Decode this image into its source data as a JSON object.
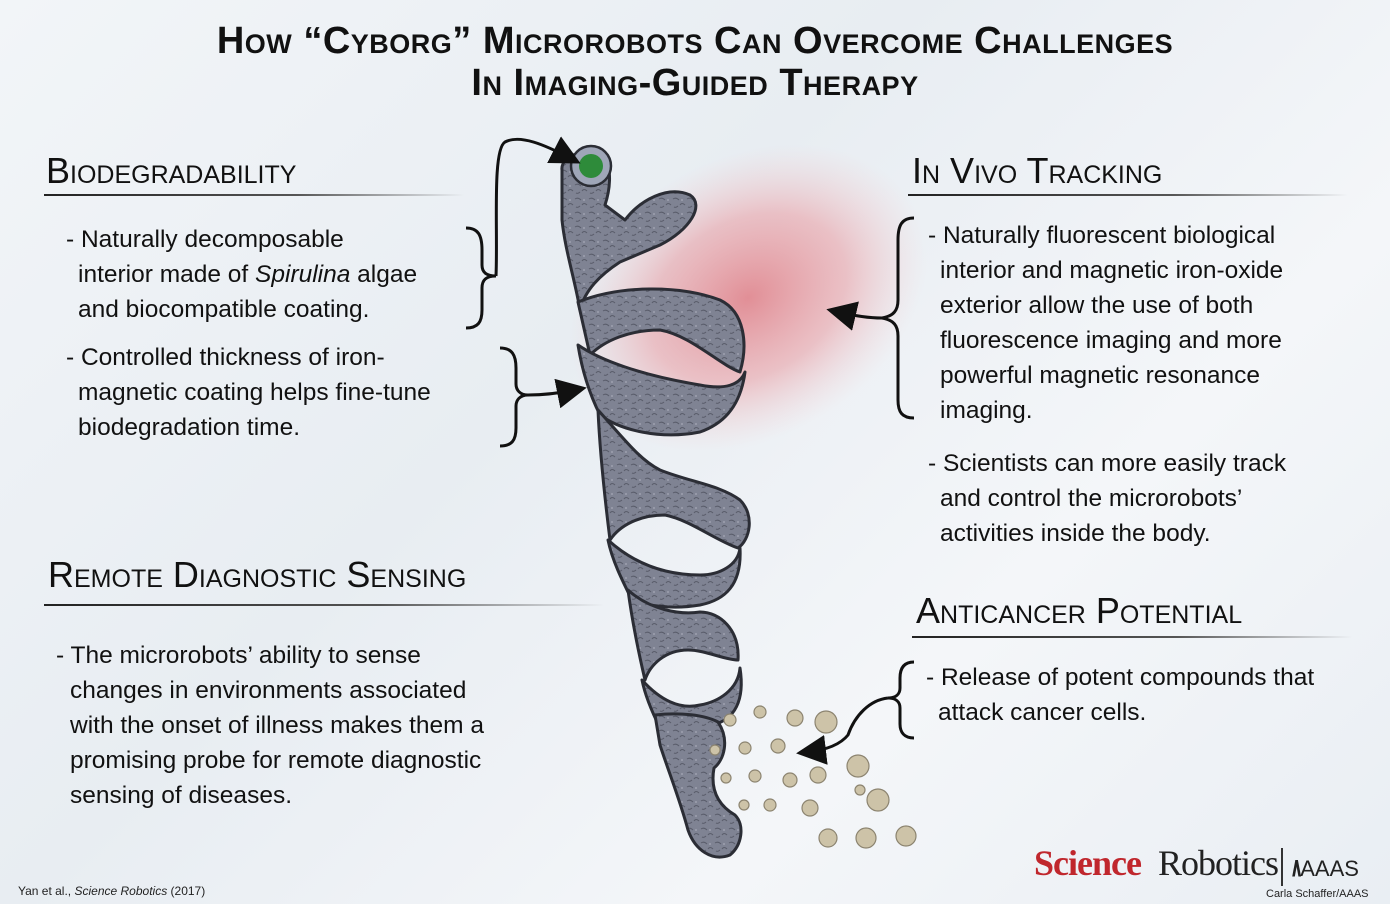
{
  "title": {
    "line1": "How “Cyborg” Microrobots Can Overcome Challenges",
    "line2": "In Imaging-Guided Therapy"
  },
  "sections": {
    "biodegradability": {
      "heading": "Biodegradability",
      "items": [
        {
          "line1": "- Naturally decomposable",
          "line2_pre": "interior made of ",
          "line2_em": "Spirulina",
          "line2_post": " algae",
          "line3": "and biocompatible coating."
        },
        {
          "line1": "- Controlled thickness of iron-",
          "line2": "magnetic coating helps fine-tune",
          "line3": "biodegradation time."
        }
      ]
    },
    "in_vivo_tracking": {
      "heading": "In Vivo Tracking",
      "items": [
        {
          "lines": [
            "- Naturally fluorescent biological",
            "interior and magnetic iron-oxide",
            "exterior allow the use of both",
            "fluorescence imaging and more",
            "powerful magnetic resonance",
            "imaging."
          ]
        },
        {
          "lines": [
            "- Scientists can more easily track",
            "and control the microrobots’",
            "activities inside the body."
          ]
        }
      ]
    },
    "remote_sensing": {
      "heading": "Remote Diagnostic Sensing",
      "items": [
        {
          "lines": [
            "- The microrobots’ ability to sense",
            "changes in environments associated",
            "with the onset of illness makes them a",
            "promising probe for remote diagnostic",
            "sensing of diseases."
          ]
        }
      ]
    },
    "anticancer": {
      "heading": "Anticancer Potential",
      "items": [
        {
          "lines": [
            "- Release of potent compounds that",
            "attack cancer cells."
          ]
        }
      ]
    }
  },
  "footer": {
    "citation_pre": "Yan et al., ",
    "citation_journal": "Science Robotics",
    "citation_year": " (2017)",
    "credit": "Carla Schaffer/AAAS",
    "logo_science": "Science",
    "logo_robotics": "Robotics",
    "logo_aaas": "AAAS"
  },
  "colors": {
    "helix_fill": "#7d8191",
    "helix_stroke": "#2b2d35",
    "fluorescence_glow": "#e0848c",
    "marker_green": "#2e8b3a",
    "compound_dots": "#cdc3a8",
    "logo_red": "#c0272d"
  }
}
